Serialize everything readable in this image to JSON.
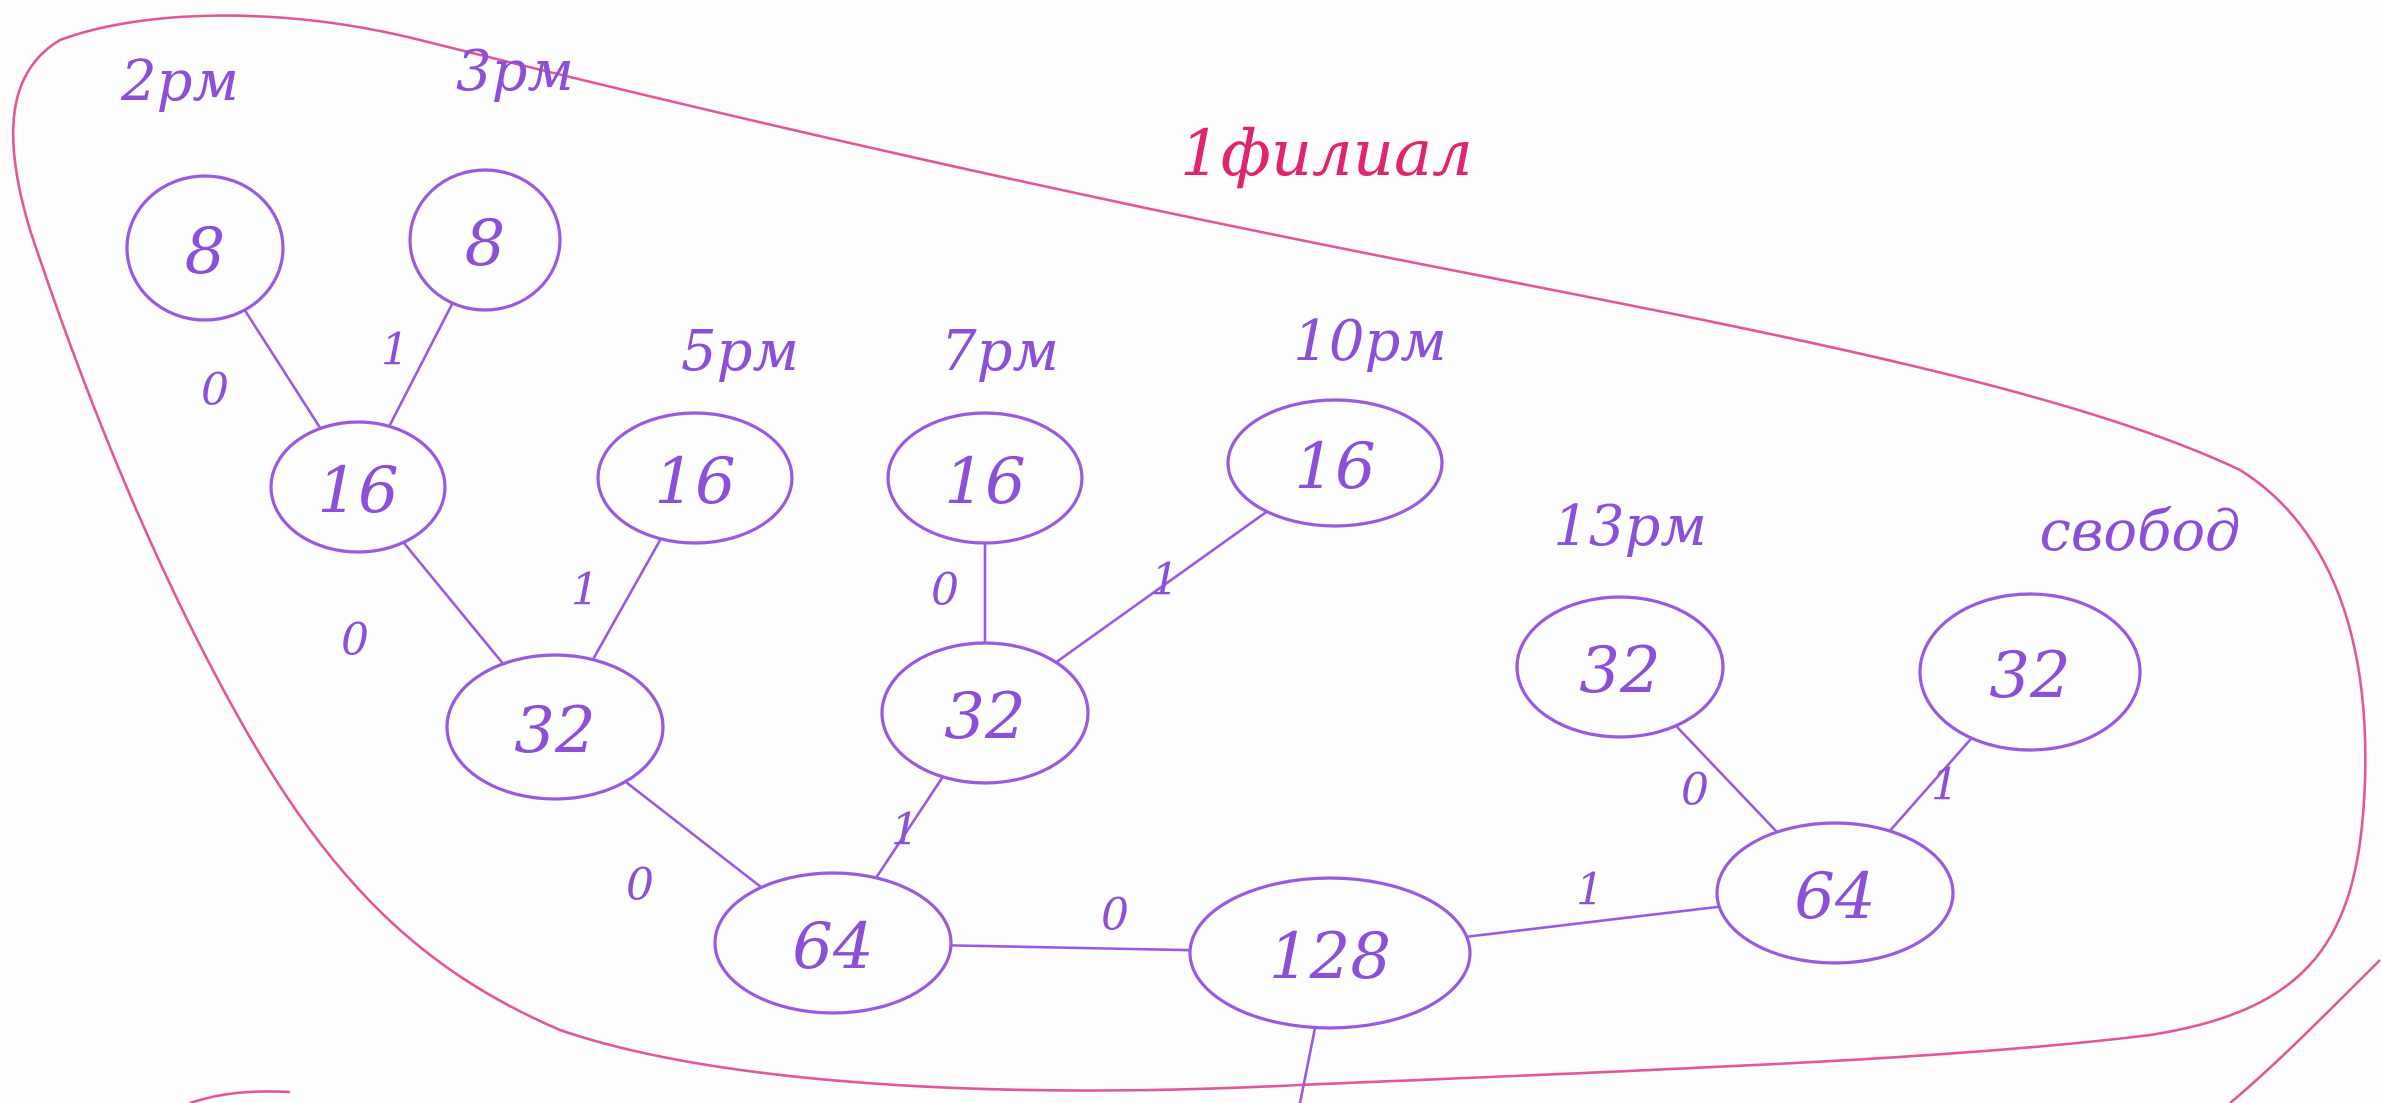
{
  "title": "1филиал",
  "colors": {
    "ink": "#9a5ae0",
    "region": "#e0579a",
    "title": "#e0246e"
  },
  "nodes": [
    {
      "id": "n8a",
      "value": "8",
      "label": "2рм"
    },
    {
      "id": "n8b",
      "value": "8",
      "label": "3рм"
    },
    {
      "id": "n16a",
      "value": "16",
      "label": ""
    },
    {
      "id": "n16b",
      "value": "16",
      "label": "5рм"
    },
    {
      "id": "n16c",
      "value": "16",
      "label": "7рм"
    },
    {
      "id": "n16d",
      "value": "16",
      "label": "10рм"
    },
    {
      "id": "n32a",
      "value": "32",
      "label": ""
    },
    {
      "id": "n32b",
      "value": "32",
      "label": ""
    },
    {
      "id": "n32c",
      "value": "32",
      "label": "13рм"
    },
    {
      "id": "n32d",
      "value": "32",
      "label": "свобод"
    },
    {
      "id": "n64a",
      "value": "64",
      "label": ""
    },
    {
      "id": "n64b",
      "value": "64",
      "label": ""
    },
    {
      "id": "n128",
      "value": "128",
      "label": ""
    }
  ],
  "edges": [
    {
      "from": "n8a",
      "to": "n16a",
      "bit": "0"
    },
    {
      "from": "n8b",
      "to": "n16a",
      "bit": "1"
    },
    {
      "from": "n16a",
      "to": "n32a",
      "bit": "0"
    },
    {
      "from": "n16b",
      "to": "n32a",
      "bit": "1"
    },
    {
      "from": "n16c",
      "to": "n32b",
      "bit": "0"
    },
    {
      "from": "n16d",
      "to": "n32b",
      "bit": "1"
    },
    {
      "from": "n32a",
      "to": "n64a",
      "bit": "0"
    },
    {
      "from": "n32b",
      "to": "n64a",
      "bit": "1"
    },
    {
      "from": "n32c",
      "to": "n64b",
      "bit": "0"
    },
    {
      "from": "n32d",
      "to": "n64b",
      "bit": "1"
    },
    {
      "from": "n64a",
      "to": "n128",
      "bit": "0"
    },
    {
      "from": "n64b",
      "to": "n128",
      "bit": "1"
    }
  ]
}
